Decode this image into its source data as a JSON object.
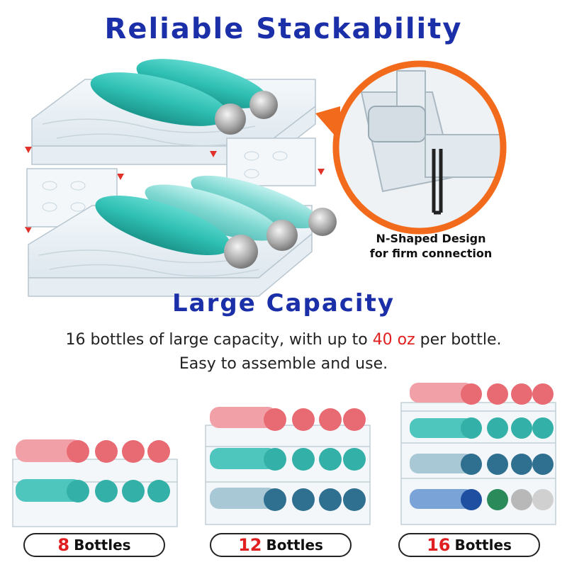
{
  "heading_top": "Reliable Stackability",
  "heading_mid": "Large Capacity",
  "callout": {
    "line1": "N-Shaped Design",
    "line2": "for firm connection"
  },
  "description": {
    "line1_before": "16 bottles of large capacity, with up to ",
    "line1_highlight": "40 oz",
    "line1_after": " per bottle.",
    "line2": "Easy to assemble and use."
  },
  "options": [
    {
      "number": "8",
      "label": "Bottles"
    },
    {
      "number": "12",
      "label": "Bottles"
    },
    {
      "number": "16",
      "label": "Bottles"
    }
  ],
  "colors": {
    "heading": "#1a2fa8",
    "highlight": "#e02020",
    "callout_ring": "#f26a1b",
    "bottle_teal": "#2fbfb3",
    "bottle_pink": "#f2a0a8",
    "bottle_dark": "#2f6f8f"
  }
}
